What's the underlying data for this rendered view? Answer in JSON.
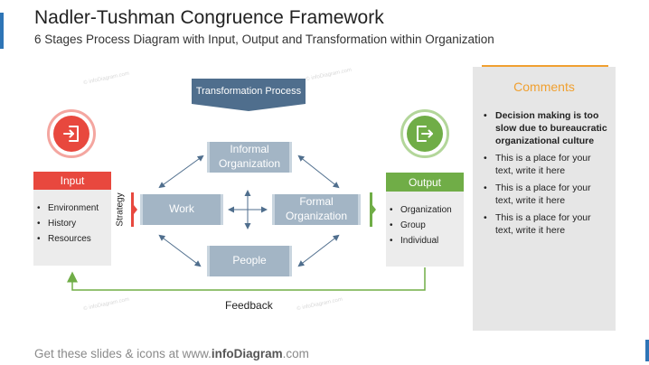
{
  "title": "Nadler-Tushman Congruence Framework",
  "subtitle": "6 Stages Process Diagram with Input, Output and Transformation within Organization",
  "transformation_label": "Transformation Process",
  "strategy_label": "Strategy",
  "feedback_label": "Feedback",
  "boxes": {
    "informal": "Informal Organization",
    "work": "Work",
    "formal": "Formal Organization",
    "people": "People"
  },
  "input": {
    "title": "Input",
    "color": "#e8483e",
    "items": [
      "Environment",
      "History",
      "Resources"
    ],
    "icon": "enter-icon"
  },
  "output": {
    "title": "Output",
    "color": "#70ad47",
    "items": [
      "Organization",
      "Group",
      "Individual"
    ],
    "icon": "exit-icon"
  },
  "comments": {
    "title": "Comments",
    "accent": "#f0a030",
    "items": [
      "Decision making is too slow due to bureaucratic organizational  culture",
      "This is a place for your text, write it here",
      "This is a place for your text, write it here",
      "This is a place for your text, write it here"
    ]
  },
  "footer": {
    "prefix": "Get these slides & icons at www.",
    "brand": "infoDiagram",
    "suffix": ".com"
  },
  "watermark": "© infoDiagram.com"
}
